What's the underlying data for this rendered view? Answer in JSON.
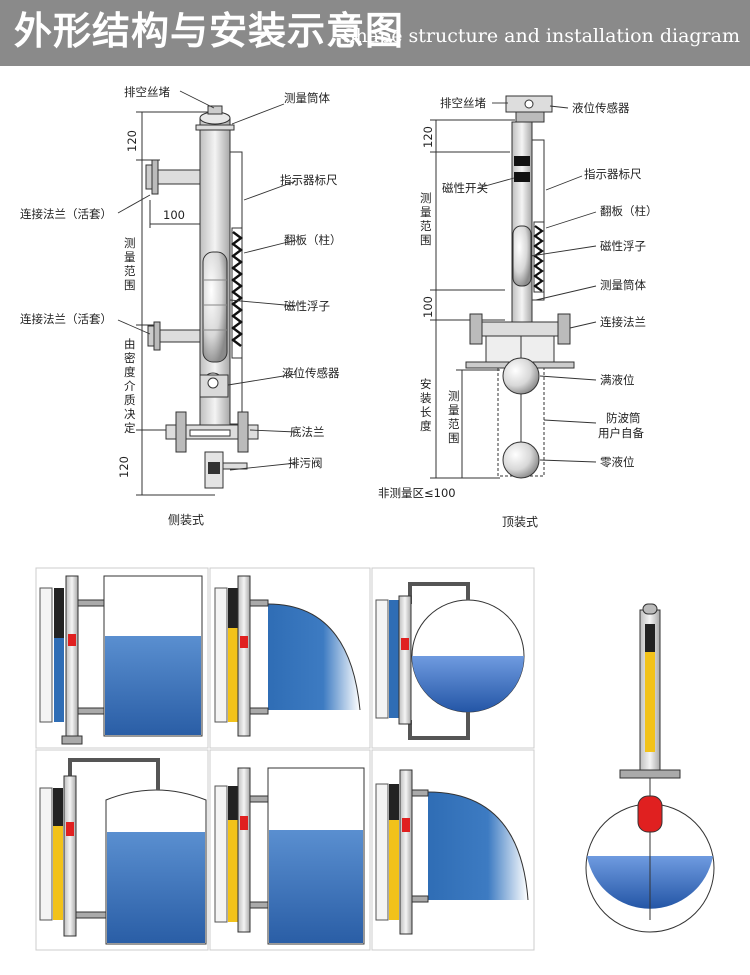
{
  "header": {
    "title_cn": "外形结构与安装示意图",
    "title_en": "Shape structure and installation diagram"
  },
  "side_mount": {
    "caption": "侧装式",
    "labels": {
      "vent_plug": "排空丝堵",
      "measuring_body": "测量筒体",
      "indicator_ruler": "指示器标尺",
      "flange_live_top": "连接法兰（活套）",
      "flip_plate": "翻板（柱）",
      "magnetic_float": "磁性浮子",
      "flange_live_bottom": "连接法兰（活套）",
      "level_sensor": "液位传感器",
      "bottom_flange": "底法兰",
      "drain_valve": "排污阀"
    },
    "dims": {
      "top": "120",
      "offset": "100",
      "range": "测量范围",
      "density_note": "由密度介质决定",
      "bottom": "120"
    }
  },
  "top_mount": {
    "caption": "顶装式",
    "labels": {
      "vent_plug": "排空丝堵",
      "level_sensor": "液位传感器",
      "indicator_ruler": "指示器标尺",
      "magnetic_switch": "磁性开关",
      "flip_plate": "翻板（柱）",
      "magnetic_float": "磁性浮子",
      "measuring_body": "测量筒体",
      "connecting_flange": "连接法兰",
      "full_level": "满液位",
      "wave_guard": "防波筒",
      "user_provided": "用户自备",
      "zero_level": "零液位"
    },
    "dims": {
      "top": "120",
      "range": "测量范围",
      "gap": "100",
      "install_length": "安装长度",
      "range2": "测量范围",
      "non_measuring": "非测量区≤100"
    }
  },
  "colors": {
    "header_bg": "#8a8a8a",
    "liquid": "#2f6db5",
    "indicator_yellow": "#f2c21a",
    "float_red": "#e02020",
    "outline": "#333333"
  }
}
